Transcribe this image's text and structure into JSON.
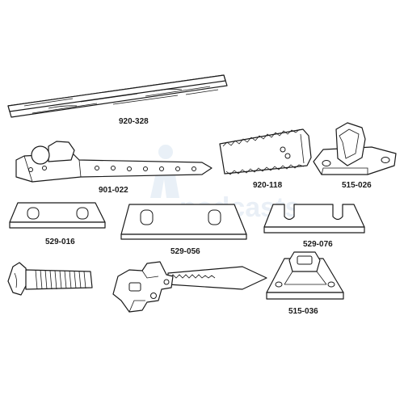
{
  "catalog": {
    "watermark": "podcasts",
    "parts": [
      {
        "id": "920-328"
      },
      {
        "id": "901-022"
      },
      {
        "id": "920-118"
      },
      {
        "id": "515-026"
      },
      {
        "id": "529-016"
      },
      {
        "id": "529-056"
      },
      {
        "id": "529-076"
      },
      {
        "id": "515-036"
      }
    ]
  },
  "colors": {
    "line": "#1a1a1a",
    "background": "#ffffff",
    "watermark": "#dbe6f1"
  }
}
